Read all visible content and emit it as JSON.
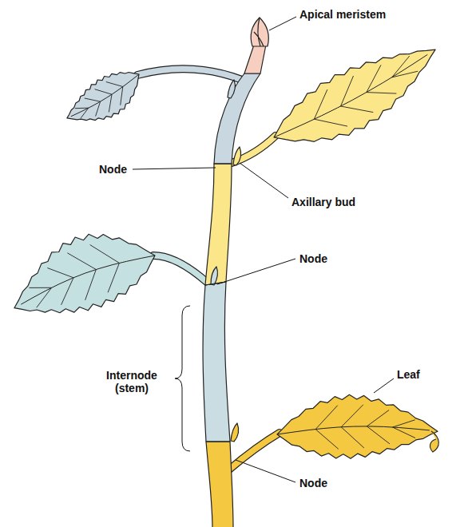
{
  "diagram": {
    "labels": [
      "Apical meristem",
      "Node",
      "Axillary bud",
      "Node",
      "Leaf",
      "Internode (stem)",
      "Node"
    ]
  }
}
